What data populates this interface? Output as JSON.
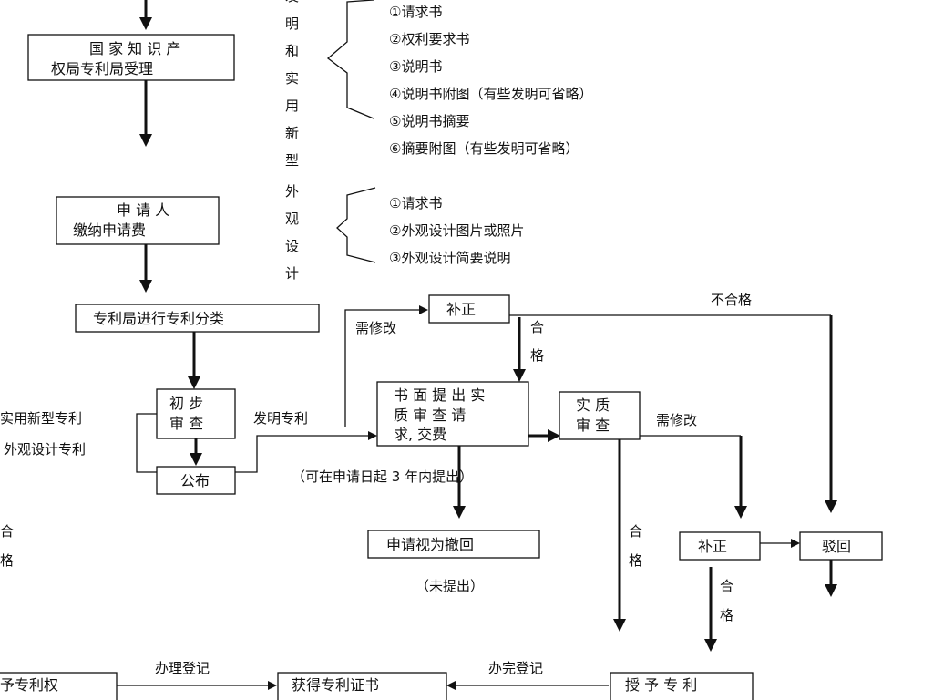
{
  "diagram": {
    "boxes": {
      "receive_1": "国 家 知 识 产",
      "receive_2": "权局专利局受理",
      "fee_1": "申 请 人",
      "fee_2": "缴纳申请费",
      "classify": "专利局进行专利分类",
      "prelim_1": "初 步",
      "prelim_2": "审 查",
      "publish": "公布",
      "correct_top": "补正",
      "written_1": "书 面 提 出 实",
      "written_2": "质  审  查  请",
      "written_3": "求, 交费",
      "substantive_1": "实 质",
      "substantive_2": "审 查",
      "withdrawn": "申请视为撤回",
      "correct_bottom": "补正",
      "reject": "驳回",
      "grant": "授 予 专 利",
      "certificate": "获得专利证书",
      "grant_left": "予专利权"
    },
    "vertical_labels": {
      "invention": [
        "发",
        "明",
        "和",
        "实",
        "用",
        "新",
        "型"
      ],
      "design": [
        "外",
        "观",
        "设",
        "计"
      ]
    },
    "invention_docs": [
      "①请求书",
      "②权利要求书",
      "③说明书",
      "④说明书附图（有些发明可省略）",
      "⑤说明书摘要",
      "⑥摘要附图（有些发明可省略）"
    ],
    "design_docs": [
      "①请求书",
      "②外观设计图片或照片",
      "③外观设计简要说明"
    ],
    "edge_labels": {
      "utility": "实用新型专利",
      "design": "外观设计专利",
      "invention": "发明专利",
      "need_modify_top": "需修改",
      "pass_top_1": "合",
      "pass_top_2": "格",
      "not_pass": "不合格",
      "need_modify_right": "需修改",
      "within_3_years": "（可在申请日起  3 年内提出）",
      "not_filed": "（未提出）",
      "pass_mid_1": "合",
      "pass_mid_2": "格",
      "pass_low_1": "合",
      "pass_low_2": "格",
      "pass_left_1": "合",
      "pass_left_2": "格",
      "register": "办理登记",
      "register_done": "办完登记"
    }
  }
}
